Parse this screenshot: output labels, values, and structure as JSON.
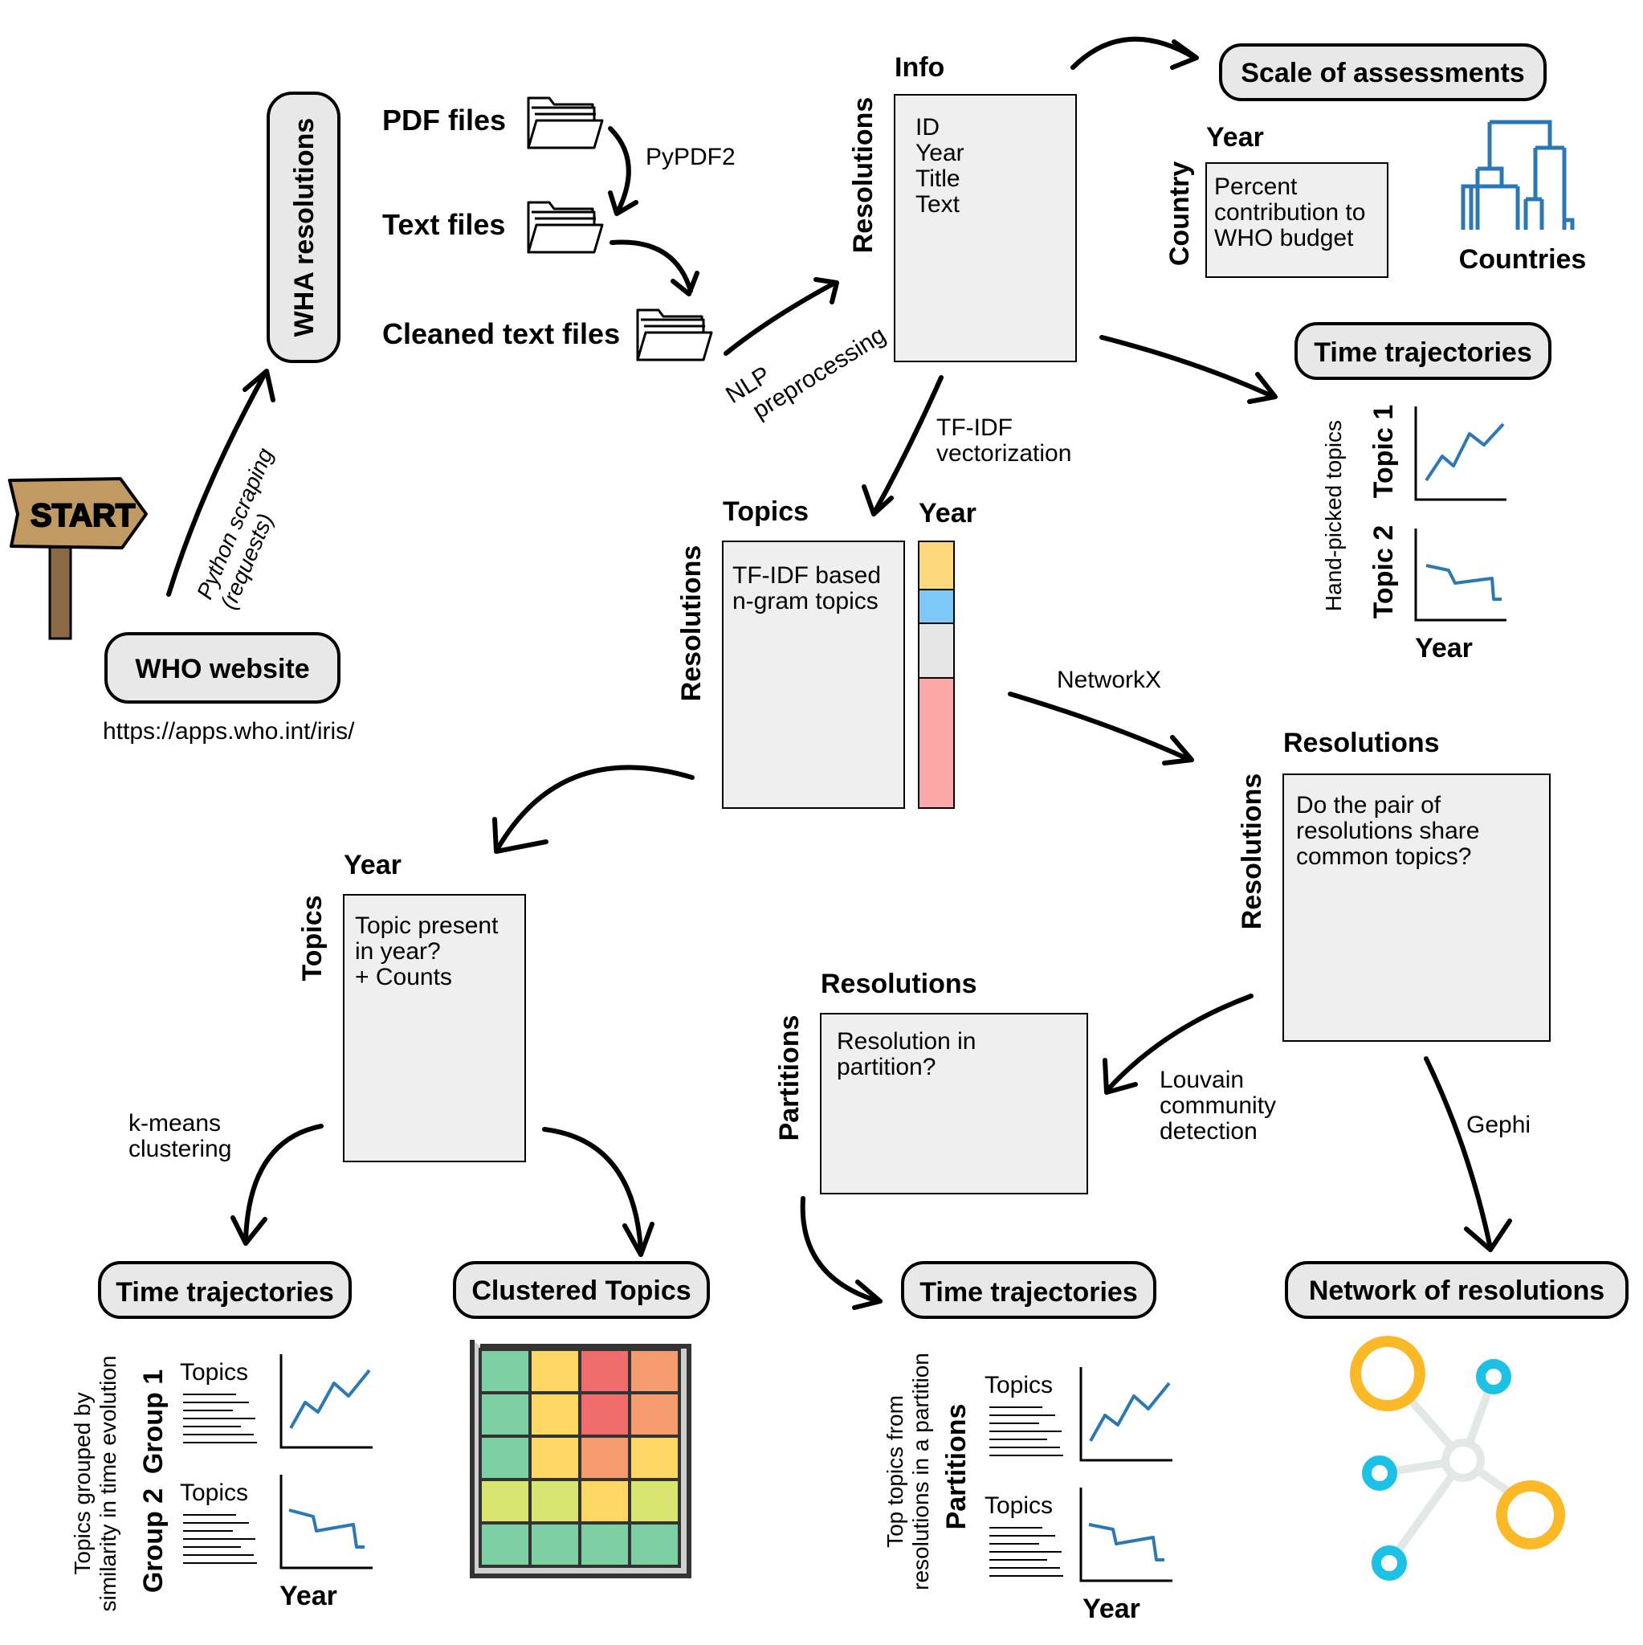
{
  "nodes": {
    "who_website": "WHO website",
    "who_url": "https://apps.who.int/iris/",
    "wha_resolutions": "WHA resolutions",
    "scale_assessments": "Scale of assessments",
    "time_traj_top": "Time trajectories",
    "time_traj_left": "Time trajectories",
    "clustered_topics": "Clustered Topics",
    "time_traj_mid": "Time trajectories",
    "network": "Network of resolutions"
  },
  "start_sign": "START",
  "files": {
    "pdf": "PDF files",
    "text": "Text files",
    "cleaned": "Cleaned text files"
  },
  "edges": {
    "python_scraping": "Python scraping",
    "requests": "(requests)",
    "pypdf2": "PyPDF2",
    "nlp": "NLP",
    "preprocessing": "preprocessing",
    "tfidf_1": "TF-IDF",
    "tfidf_2": "vectorization",
    "networkx": "NetworkX",
    "louvain_1": "Louvain",
    "louvain_2": "community",
    "louvain_3": "detection",
    "gephi": "Gephi",
    "kmeans_1": "k-means",
    "kmeans_2": "clustering"
  },
  "info_matrix": {
    "col": "Info",
    "row": "Resolutions",
    "lines": [
      "ID",
      "Year",
      "Title",
      "Text"
    ]
  },
  "budget_matrix": {
    "col": "Year",
    "row": "Country",
    "lines": [
      "Percent",
      "contribution to",
      "WHO budget"
    ]
  },
  "countries_label": "Countries",
  "topic_matrix": {
    "col": "Topics",
    "col2": "Year",
    "row": "Resolutions",
    "lines": [
      "TF-IDF based",
      "n-gram topics"
    ],
    "year_bar_colors": [
      "#fdd87d",
      "#7ec8f7",
      "#e6e6e6",
      "#fca8a8"
    ]
  },
  "res_res_matrix": {
    "col": "Resolutions",
    "row": "Resolutions",
    "lines": [
      "Do the pair of",
      "resolutions share",
      "common topics?"
    ]
  },
  "partition_matrix": {
    "col": "Resolutions",
    "row": "Partitions",
    "lines": [
      "Resolution in",
      "partition?"
    ]
  },
  "topic_year_matrix": {
    "col": "Year",
    "row": "Topics",
    "lines": [
      "Topic present",
      "in year?",
      "+ Counts"
    ]
  },
  "traj_top": {
    "side": "Hand-picked topics",
    "series1": "Topic 1",
    "series2": "Topic 2",
    "xlabel": "Year"
  },
  "traj_left": {
    "side_1": "Topics grouped by",
    "side_2": "similarity in time evolution",
    "group1": "Group 1",
    "group2": "Group 2",
    "list_label": "Topics",
    "xlabel": "Year"
  },
  "traj_mid": {
    "side_1": "Top topics from",
    "side_2": "resolutions in a partition",
    "row": "Partitions",
    "list_label": "Topics",
    "xlabel": "Year"
  },
  "heatmap_colors": [
    [
      "#7fcfa5",
      "#fdd663",
      "#ef6c6c",
      "#f59c6e"
    ],
    [
      "#7fcfa5",
      "#fdd663",
      "#ef6c6c",
      "#f59c6e"
    ],
    [
      "#7fcfa5",
      "#fdd663",
      "#f59c6e",
      "#fdd663"
    ],
    [
      "#d8e56f",
      "#d8e56f",
      "#fdd663",
      "#d8e56f"
    ],
    [
      "#7fcfa5",
      "#7fcfa5",
      "#7fcfa5",
      "#7fcfa5"
    ]
  ],
  "network_colors": {
    "large": "#fbb928",
    "small": "#1ec1e6",
    "hub": "#e2e7e7"
  }
}
